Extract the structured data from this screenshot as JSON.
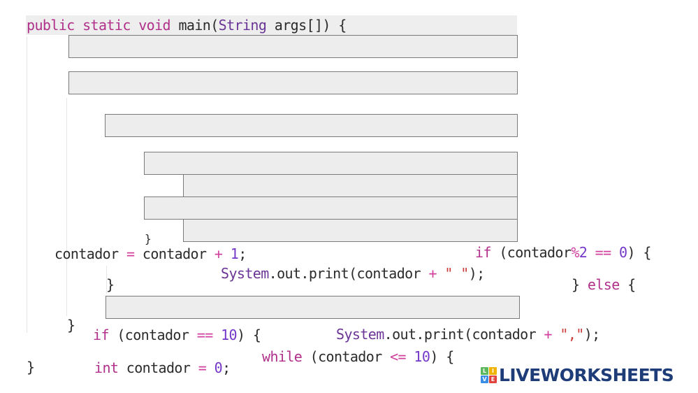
{
  "worksheet": {
    "header_line": {
      "kw1": "public",
      "kw2": "static",
      "kw3": "void",
      "name": "main(",
      "type": "String",
      "rest": " args[]) {"
    },
    "answer_boxes": [
      {
        "id": 1,
        "value": ""
      },
      {
        "id": 2,
        "value": ""
      },
      {
        "id": 3,
        "value": ""
      },
      {
        "id": 4,
        "value": ""
      },
      {
        "id": 5,
        "value": ""
      },
      {
        "id": 6,
        "value": ""
      },
      {
        "id": 7,
        "value": ""
      },
      {
        "id": 8,
        "value": ""
      }
    ],
    "fragments": {
      "closing_brace_small": "}",
      "increment": {
        "lhs": "contador ",
        "op1": "=",
        "mid": " contador ",
        "op2": "+",
        "num": "1",
        "end": ";"
      },
      "print_space": {
        "type": "System",
        "call": ".out.print(contador ",
        "op": "+",
        "str": "\" \"",
        "end": ");"
      },
      "if_mod": {
        "kw": "if",
        "a": " (contador",
        "op1": "%",
        "num1": "2",
        "sp": " ",
        "op2": "==",
        "sp2": " ",
        "num2": "0",
        "end": ") {"
      },
      "brace_close_1": "}",
      "else_line": {
        "brace": "} ",
        "kw": "else",
        "end": " {"
      },
      "brace_close_2": "}",
      "if_ten": {
        "kw": "if",
        "a": " (contador ",
        "op": "==",
        "sp": " ",
        "num": "10",
        "end": ") {"
      },
      "print_comma": {
        "type": "System",
        "call": ".out.print(contador ",
        "op": "+",
        "str": "\",\"",
        "end": ");"
      },
      "brace_close_3": "}",
      "int_decl": {
        "kw": "int",
        "a": " contador ",
        "op": "=",
        "sp": " ",
        "num": "0",
        "end": ";"
      },
      "while_line": {
        "kw": "while",
        "a": " (contador ",
        "op": "<=",
        "sp": " ",
        "num": "10",
        "end": ") {"
      }
    }
  },
  "branding": {
    "logo_letters": [
      "L",
      "I",
      "V",
      "E"
    ],
    "logo_text": "LIVEWORKSHEETS",
    "colors": {
      "L": "#5cb85c",
      "I": "#f0b400",
      "V": "#3a8ee6",
      "E": "#e0413a",
      "text": "#1d3c78"
    }
  }
}
